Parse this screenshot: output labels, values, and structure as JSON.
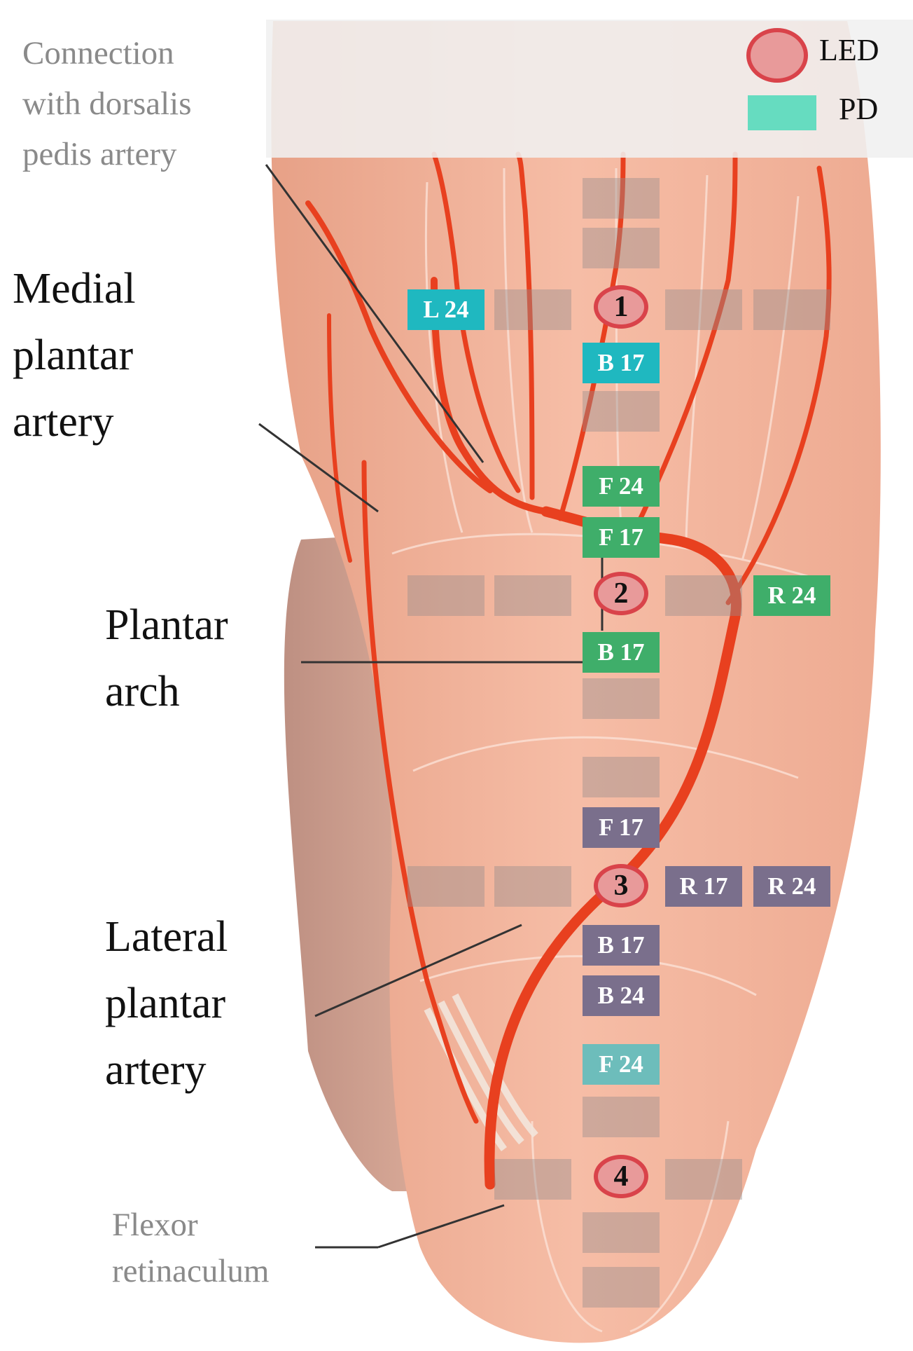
{
  "labels": {
    "connection": [
      "Connection",
      "with dorsalis",
      "pedis artery"
    ],
    "medial": [
      "Medial",
      "plantar",
      "artery"
    ],
    "arch": [
      "Plantar",
      "arch"
    ],
    "lateral": [
      "Lateral",
      "plantar",
      "artery"
    ],
    "flexor": [
      "Flexor",
      "retinaculum"
    ]
  },
  "legend": {
    "led": "LED",
    "pd": "PD"
  },
  "colors": {
    "led_ring": "#d9434a",
    "led_fill": "#e89a9a",
    "pd_teal": "#1fb8c0",
    "pd_green": "#3fae6a",
    "pd_slate": "#7a6f8c",
    "pd_light_teal": "#6dbdbb",
    "artery": "#e8401f",
    "skin": "#f4b6a0"
  },
  "leds": [
    "1",
    "2",
    "3",
    "4"
  ],
  "pd_tags": {
    "l24": "L 24",
    "b17a": "B 17",
    "f24a": "F 24",
    "f17a": "F 17",
    "r24a": "R 24",
    "b17b": "B 17",
    "f17b": "F 17",
    "r17": "R 17",
    "r24b": "R 24",
    "b17c": "B 17",
    "b24": "B 24",
    "f24b": "F 24"
  }
}
